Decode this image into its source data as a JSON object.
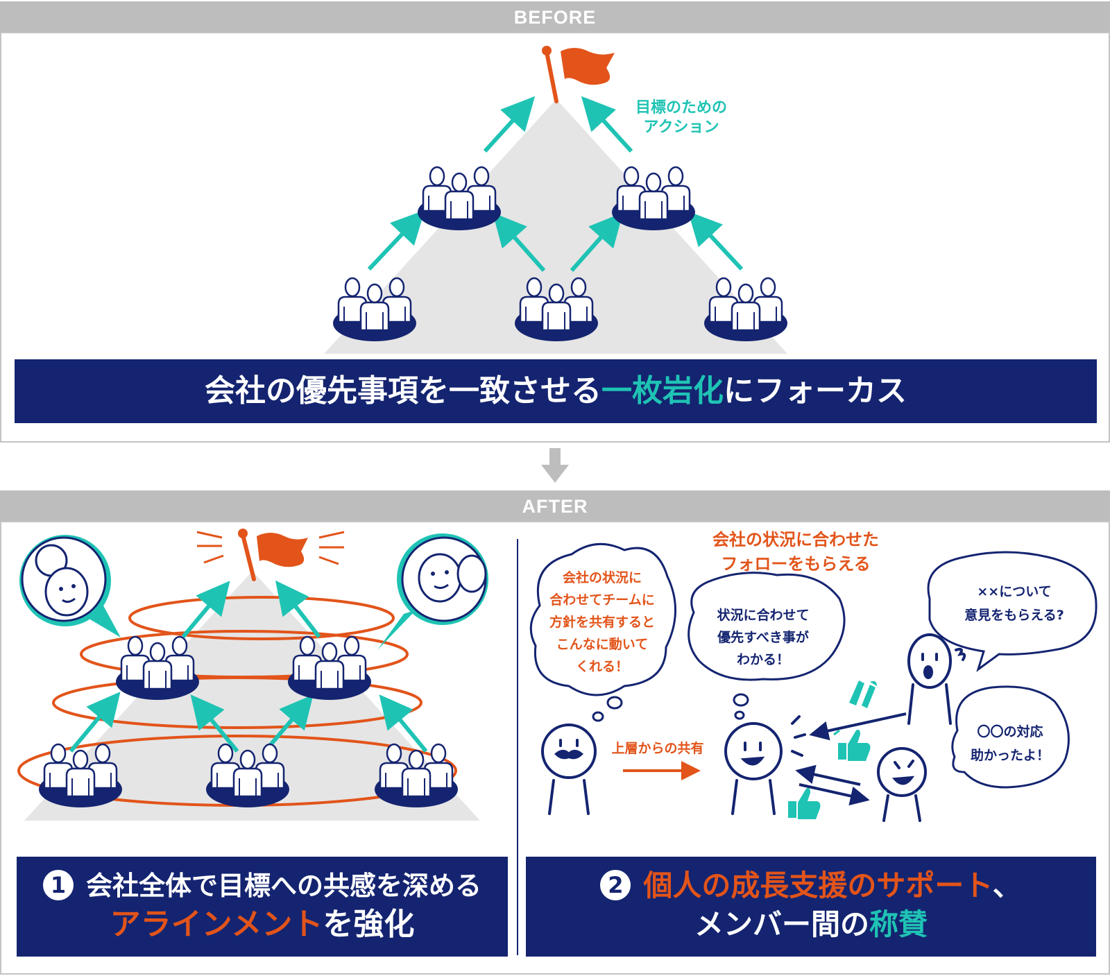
{
  "before": {
    "header": "BEFORE",
    "annotation_line1": "目標のための",
    "annotation_line2": "アクション",
    "banner_pre": "会社の優先事項を一致させる",
    "banner_highlight": "一枚岩化",
    "banner_post": "にフォーカス"
  },
  "after": {
    "header": "AFTER",
    "left": {
      "number": "1",
      "banner_line1": "会社全体で目標への共感を深める",
      "banner_highlight": "アラインメント",
      "banner_post": "を強化"
    },
    "right": {
      "heading_line1": "会社の状況に合わせた",
      "heading_line2": "フォローをもらえる",
      "bubble_left": [
        "会社の状況に",
        "合わせてチームに",
        "方針を共有すると",
        "こんなに動いて",
        "くれる！"
      ],
      "bubble_center": [
        "状況に合わせて",
        "優先すべき事が",
        "わかる！"
      ],
      "bubble_top_right": [
        "××について",
        "意見をもらえる?"
      ],
      "bubble_bottom_right": [
        "〇〇の対応",
        "助かったよ！"
      ],
      "arrow_label": "上層からの共有",
      "number": "2",
      "banner_highlight": "個人の成長支援のサポート",
      "banner_line1_post": "、",
      "banner_line2_pre": "メンバー間の",
      "banner_highlight2": "称賛"
    }
  },
  "colors": {
    "navy": "#142470",
    "teal": "#1fc3b4",
    "orange": "#e2541a",
    "gray": "#bdbdbd",
    "pyramid": "#e5e5e5"
  }
}
